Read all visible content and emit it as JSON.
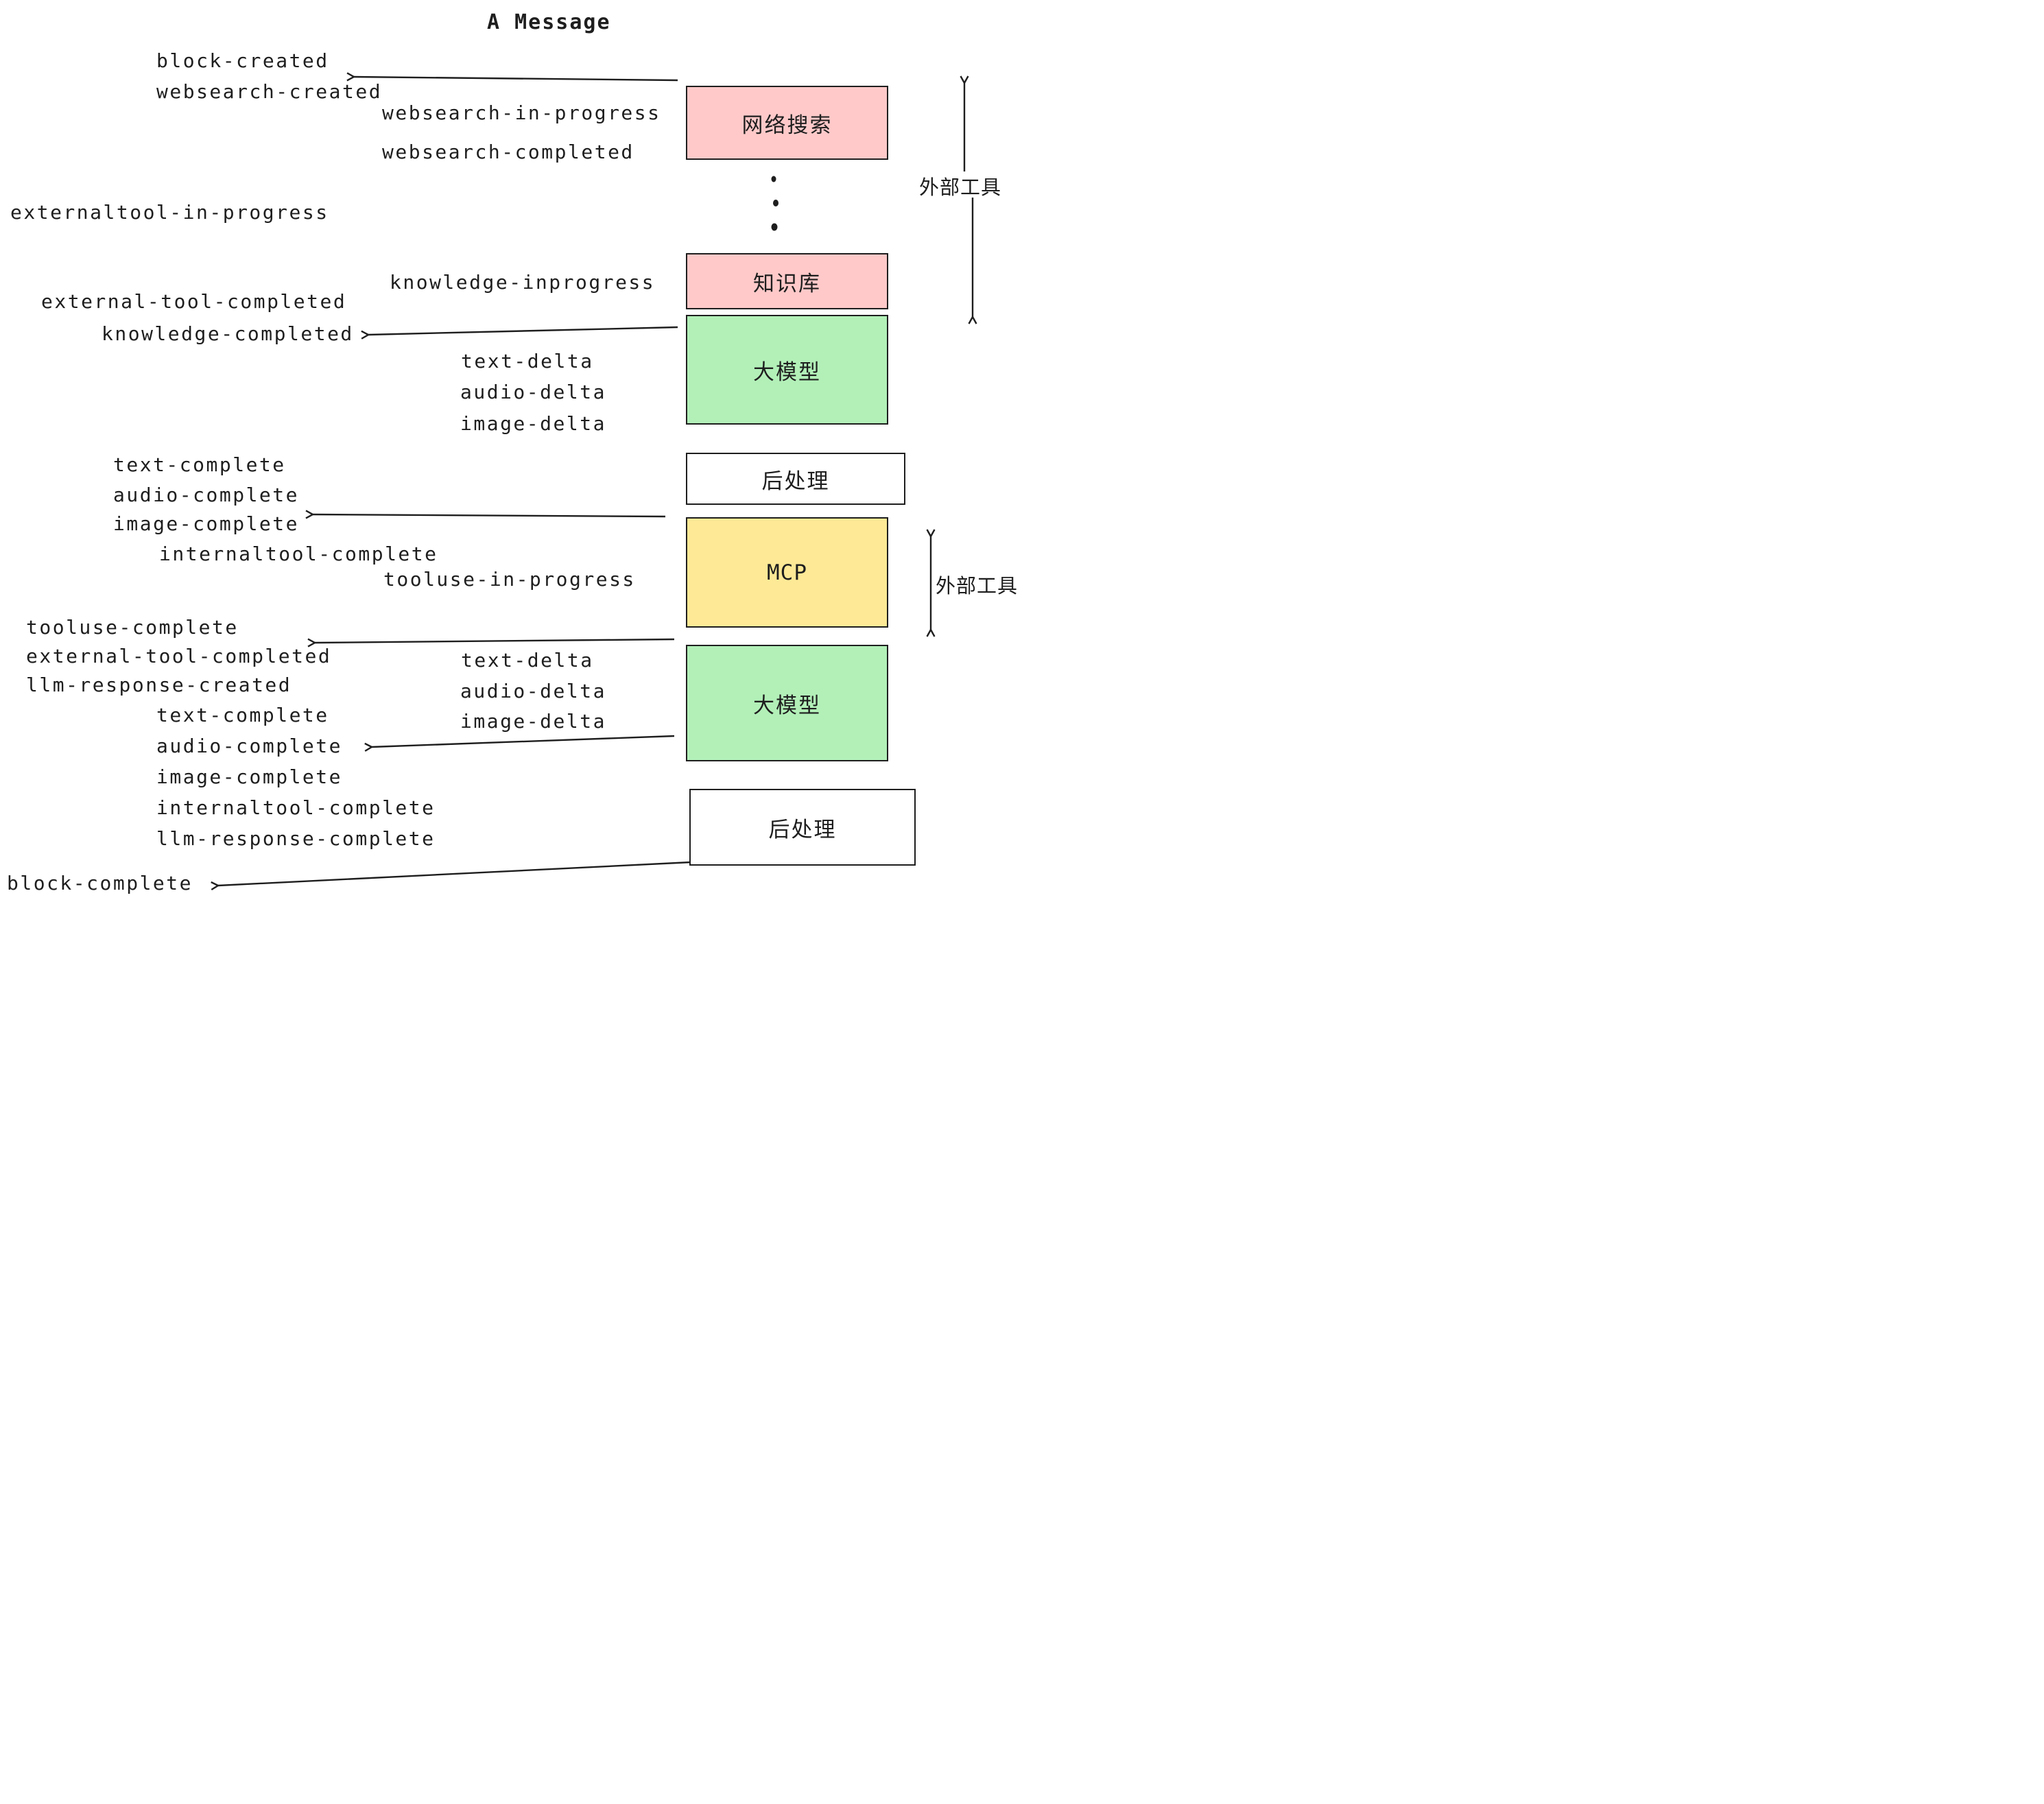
{
  "page": {
    "title": "A Message"
  },
  "colors": {
    "ink": "#1e1e1e",
    "box_pink": "#ffc9c9",
    "box_green": "#b2f0b8",
    "box_yellow": "#fde996",
    "box_white": "#ffffff"
  },
  "flow_boxes": {
    "websearch": "网络搜索",
    "knowledge": "知识库",
    "llm_1": "大模型",
    "post_1": "后处理",
    "mcp": "MCP",
    "llm_2": "大模型",
    "post_2": "后处理"
  },
  "side_labels": {
    "external_tool_top": "外部工具",
    "external_tool_mid": "外部工具"
  },
  "events": {
    "block_created": "block-created",
    "websearch_created": "websearch-created",
    "websearch_in_progress": "websearch-in-progress",
    "websearch_completed": "websearch-completed",
    "externaltool_in_progress": "externaltool-in-progress",
    "knowledge_inprogress": "knowledge-inprogress",
    "external_tool_completed_1": "external-tool-completed",
    "knowledge_completed": "knowledge-completed",
    "text_delta_1": "text-delta",
    "audio_delta_1": "audio-delta",
    "image_delta_1": "image-delta",
    "text_complete_1": "text-complete",
    "audio_complete_1": "audio-complete",
    "image_complete_1": "image-complete",
    "internaltool_complete_1": "internaltool-complete",
    "tooluse_in_progress": "tooluse-in-progress",
    "tooluse_complete": "tooluse-complete",
    "external_tool_completed_2": "external-tool-completed",
    "llm_response_created": "llm-response-created",
    "text_delta_2": "text-delta",
    "audio_delta_2": "audio-delta",
    "image_delta_2": "image-delta",
    "text_complete_2": "text-complete",
    "audio_complete_2": "audio-complete",
    "image_complete_2": "image-complete",
    "internaltool_complete_2": "internaltool-complete",
    "llm_response_complete": "llm-response-complete",
    "block_complete": "block-complete"
  }
}
